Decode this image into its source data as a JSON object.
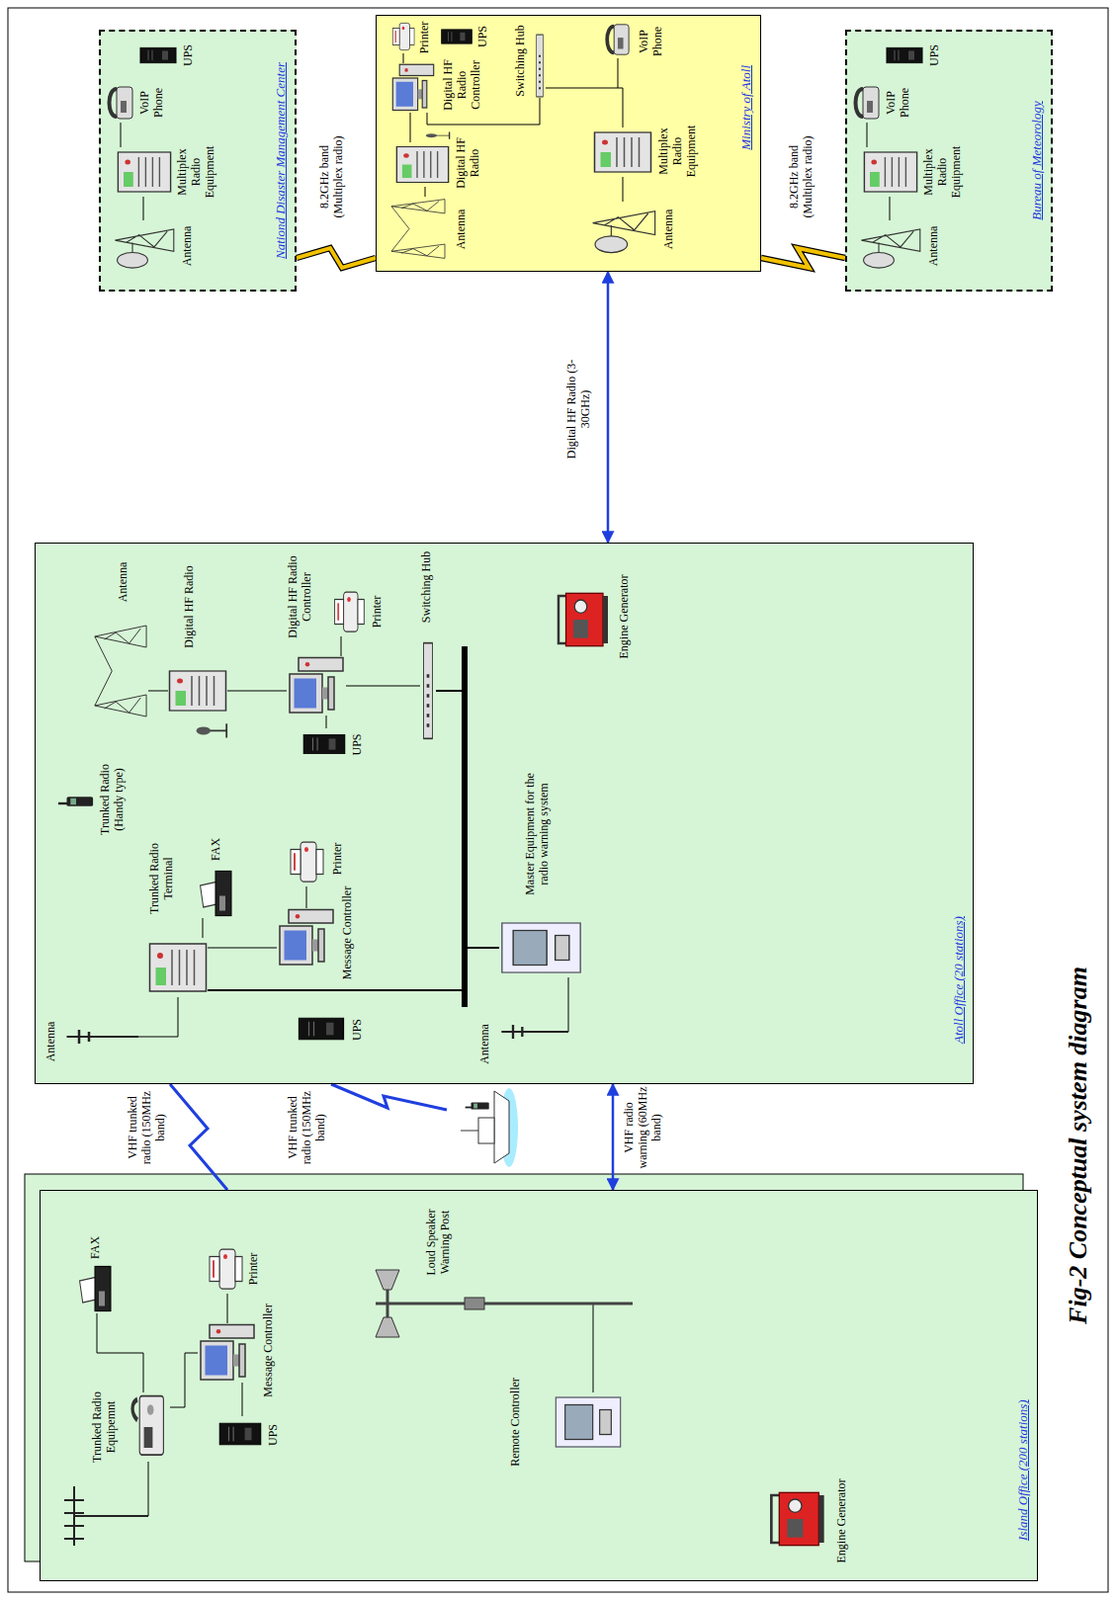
{
  "diagram": {
    "caption": "Fig-2 Conceptual system diagram",
    "nodes": [
      {
        "text": [
          "Island Office (200 stations)"
        ]
      },
      {
        "text": [
          "Atoll Office (20 stations)"
        ]
      },
      {
        "text": [
          "Nationd Disaster Management Center"
        ]
      },
      {
        "text": [
          "Ministry of Atoll"
        ]
      },
      {
        "text": [
          "Bureau of Meteorology"
        ]
      }
    ],
    "edges": [
      {
        "from": 1,
        "to": 0,
        "label": "VHF trunked radio (150MHz band)",
        "arrow": "none"
      },
      {
        "from": 0,
        "to": 1,
        "label": "VHF radio warning (60MHz band)",
        "arrow": "both"
      },
      {
        "from": 1,
        "to": 3,
        "label": "Digital HF Radio (3-30GHz)",
        "arrow": "both"
      },
      {
        "from": 3,
        "to": 2,
        "label": "8.2GHz band (Multiplex radio)",
        "arrow": "none"
      },
      {
        "from": 3,
        "to": 4,
        "label": "8.2GHz band (Multiplex radio)",
        "arrow": "none"
      }
    ],
    "labels": [
      "Trunked Radio Equipemnt",
      "FAX",
      "Printer",
      "UPS",
      "Message Controller",
      "Loud Speaker Warning Post",
      "Remote Controller",
      "Engine Generator",
      "VHF trunked radio (150MHz band)",
      "Antenna",
      "Trunked Radio Terminal",
      "FAX",
      "Message Controller",
      "UPS",
      "Printer",
      "Antenna",
      "Master Equipment for the radio warning system",
      "Trunked Radio (Handy type)",
      "Antenna",
      "Digital HF Radio",
      "Digital HF Radio Controller",
      "UPS",
      "Printer",
      "Switching Hub",
      "Engine Generator",
      "Antenna",
      "Multiplex Radio Equipment",
      "VoIP Phone",
      "UPS",
      "Antenna",
      "Digital HF Radio",
      "Digital HF Radio Controller",
      "Printer",
      "UPS",
      "Switching Hub",
      "Antenna",
      "Multiplex Radio Equipment",
      "VoIP Phone",
      "Antenna",
      "Multiplex Radio Equipment",
      "VoIP Phone",
      "UPS"
    ]
  }
}
